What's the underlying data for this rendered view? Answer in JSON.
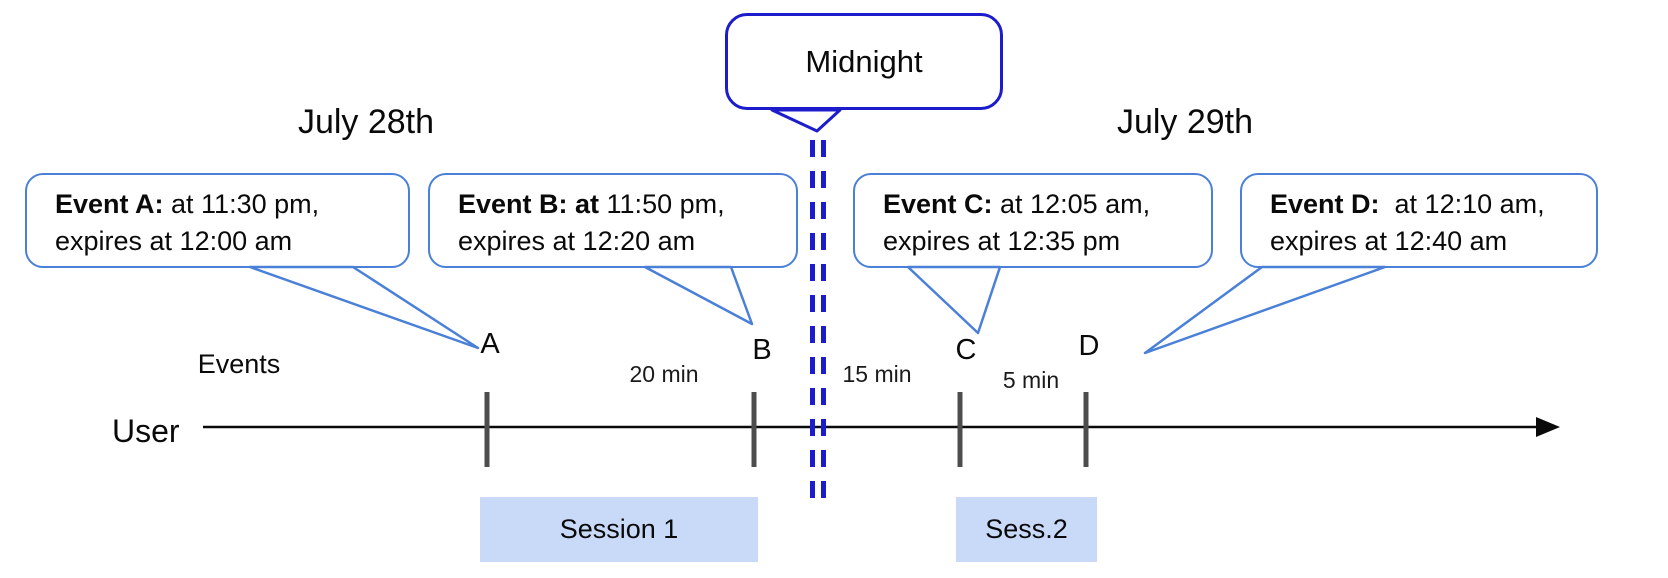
{
  "diagram": {
    "dates": {
      "day1": "July 28th",
      "day2": "July 29th"
    },
    "midnight_label": "Midnight",
    "events_axis_label": "Events",
    "user_label": "User",
    "events": [
      {
        "letter": "A",
        "bold": "Event A:",
        "line1_rest": " at 11:30 pm,",
        "line2": "expires at 12:00 am"
      },
      {
        "letter": "B",
        "bold": "Event B: at",
        "line1_rest": " 11:50 pm,",
        "line2": "expires at 12:20 am"
      },
      {
        "letter": "C",
        "bold": "Event C:",
        "line1_rest": " at 12:05 am,",
        "line2": "expires at 12:35 pm"
      },
      {
        "letter": "D",
        "bold": "Event D:",
        "line1_rest": "  at 12:10 am,",
        "line2": "expires at 12:40 am"
      }
    ],
    "intervals": [
      {
        "label": "20 min"
      },
      {
        "label": "15 min"
      },
      {
        "label": "5 min"
      }
    ],
    "sessions": [
      {
        "label": "Session 1"
      },
      {
        "label": "Sess.2"
      }
    ],
    "colors": {
      "callout_border": "#4a80d8",
      "midnight_blue": "#1c1ccd",
      "session_fill": "#c9daf8",
      "tick_gray": "#4d4d4d"
    }
  }
}
